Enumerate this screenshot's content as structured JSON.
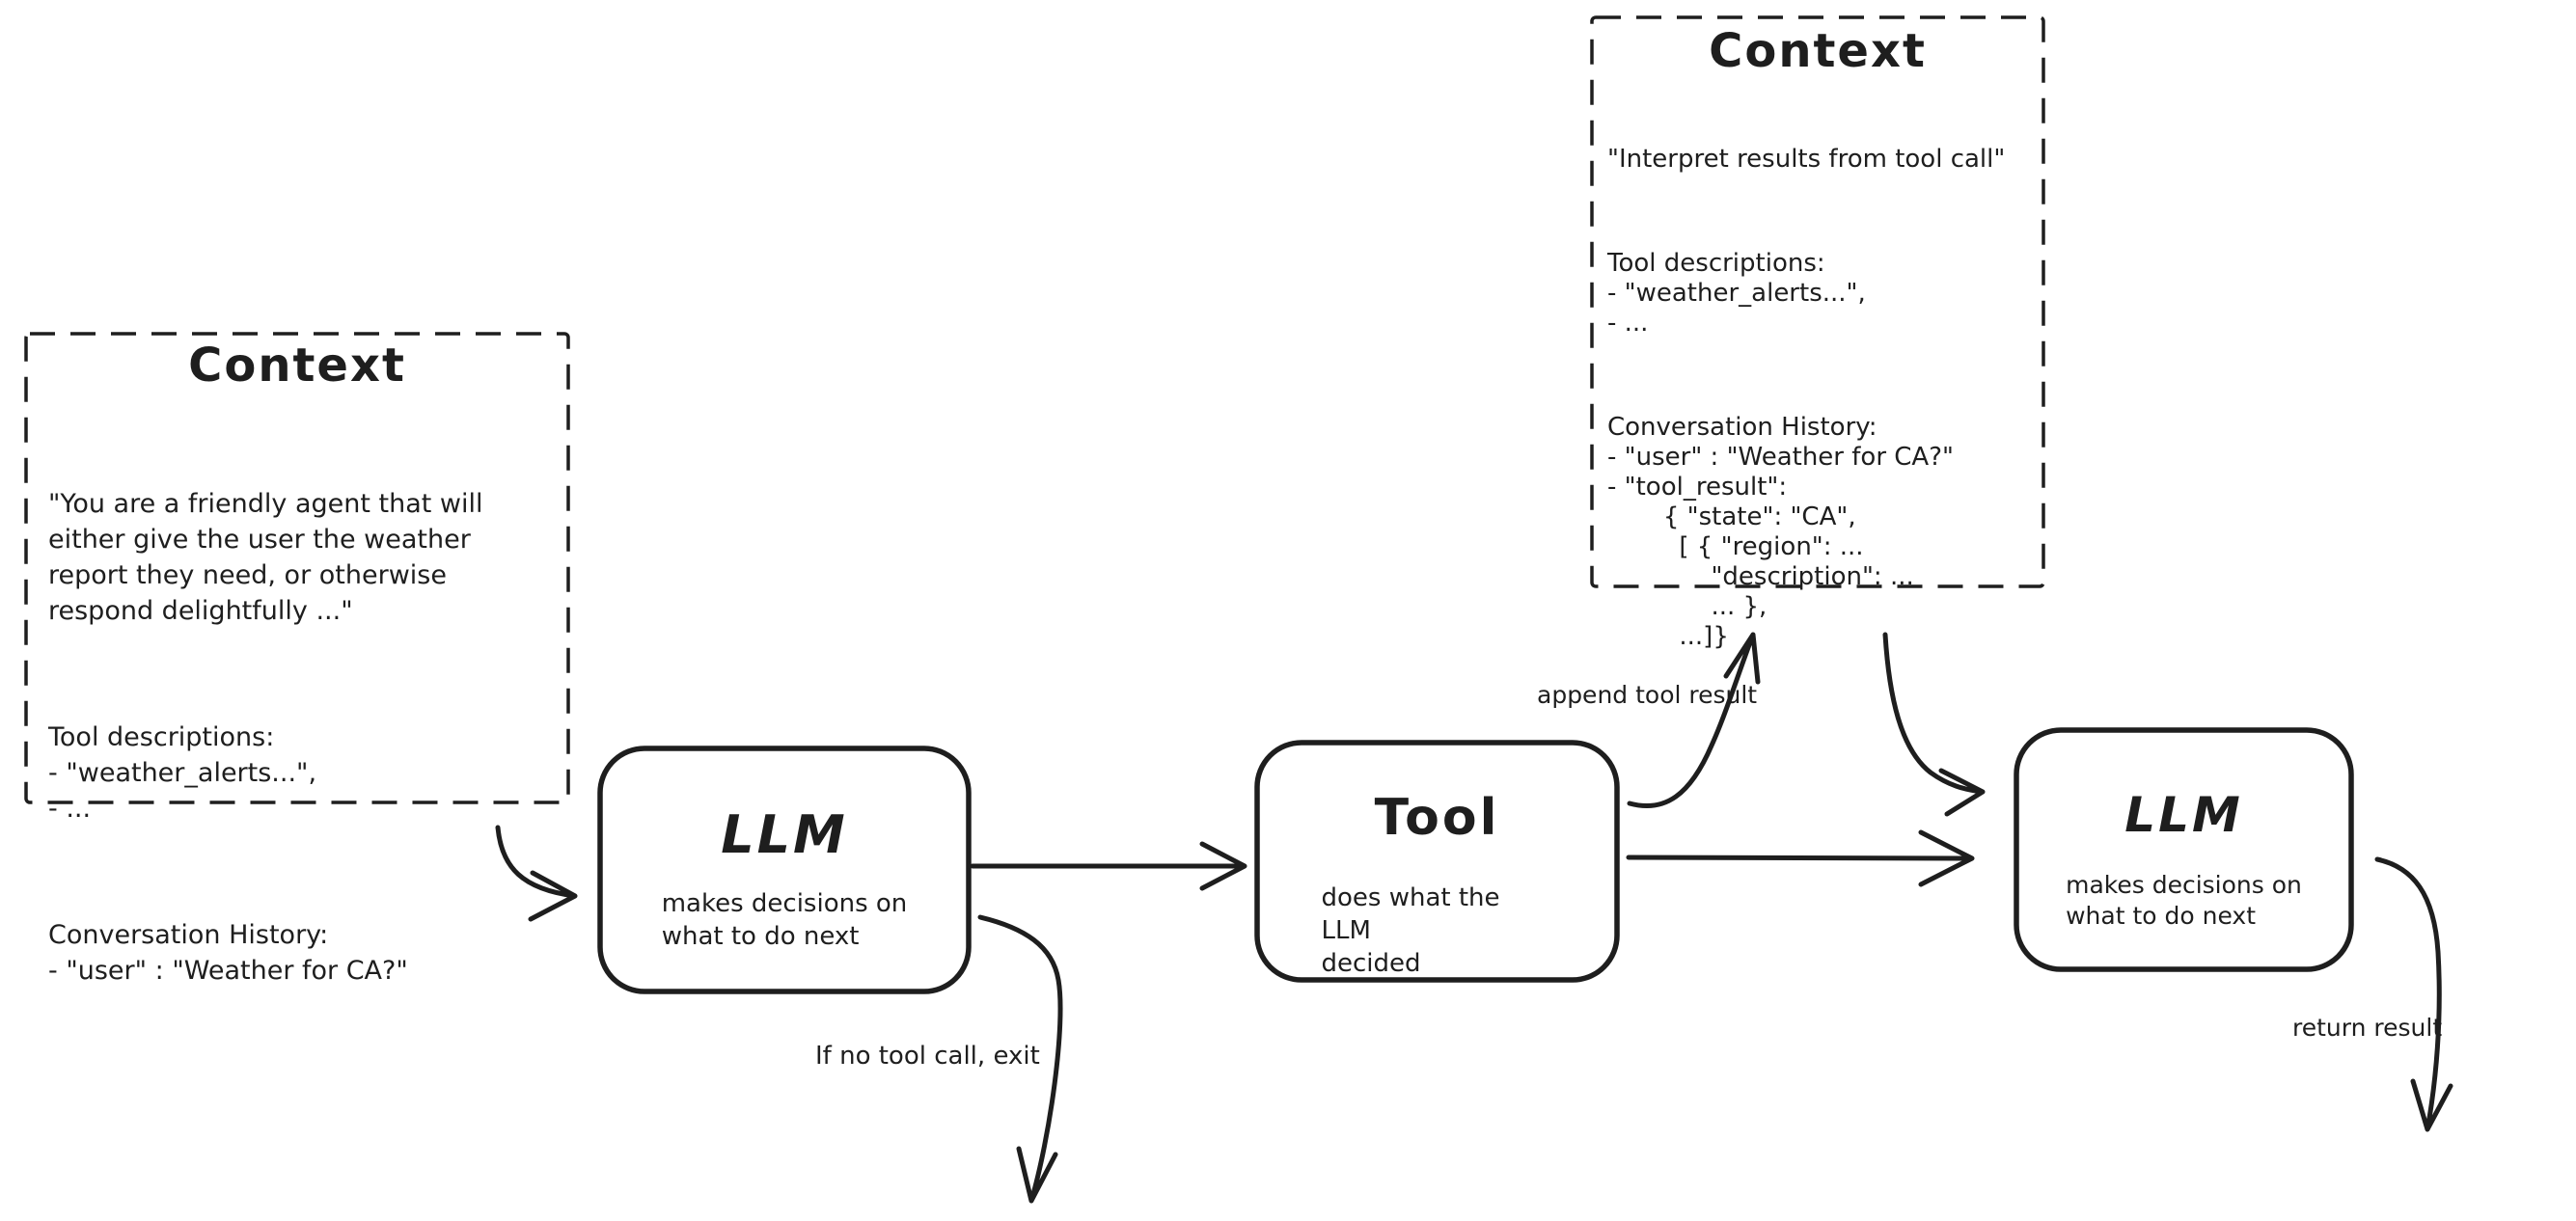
{
  "diagram": {
    "background": "#ffffff",
    "stroke_color": "#1e1e1e"
  },
  "context_initial": {
    "title": "Context",
    "paragraphs": [
      "\"You are a friendly agent that will\neither give the user the weather\nreport they need, or otherwise\nrespond delightfully ...\"",
      "Tool descriptions:\n- \"weather_alerts...\",\n- ...",
      "Conversation History:\n- \"user\" : \"Weather for CA?\""
    ]
  },
  "context_after_tool": {
    "title": "Context",
    "paragraphs": [
      "\"Interpret results from tool call\"",
      "Tool descriptions:\n- \"weather_alerts...\",\n- ...",
      "Conversation History:\n- \"user\" : \"Weather for CA?\"\n- \"tool_result\":\n       { \"state\": \"CA\",\n         [ { \"region\": ...\n             \"description\": ...\n             ... },\n         ...]}"
    ]
  },
  "nodes": {
    "llm_first": {
      "title": "LLM",
      "subtitle": "makes decisions on\nwhat to do next"
    },
    "tool": {
      "title": "Tool",
      "subtitle": "does what the LLM\ndecided"
    },
    "llm_second": {
      "title": "LLM",
      "subtitle": "makes decisions on\nwhat to do next"
    }
  },
  "edge_labels": {
    "append_tool_result": "append tool result",
    "exit": "If no tool call, exit",
    "return_result": "return result"
  }
}
